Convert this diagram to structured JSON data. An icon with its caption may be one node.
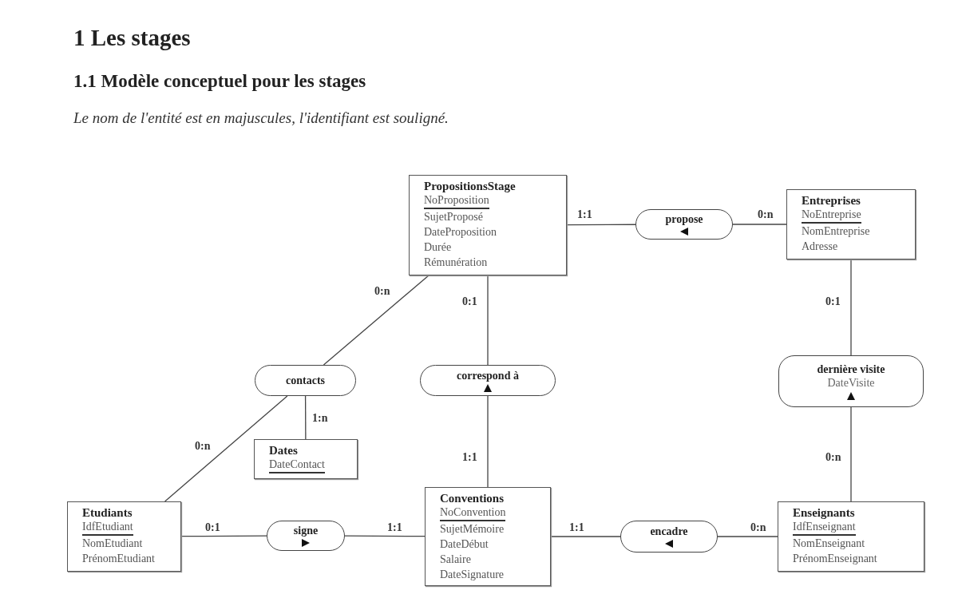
{
  "diagram": {
    "title": "1 Les stages",
    "nodes": [
      {
        "text": [
          "PropositionsStage",
          "NoProposition",
          "SujetProposé",
          "DateProposition",
          "Durée",
          "Rémunération"
        ]
      },
      {
        "text": [
          "propose"
        ]
      },
      {
        "text": [
          "Entreprises",
          "NoEntreprise",
          "NomEntreprise",
          "Adresse"
        ]
      },
      {
        "text": [
          "contacts"
        ]
      },
      {
        "text": [
          "correspond à"
        ]
      },
      {
        "text": [
          "dernière visite",
          "DateVisite"
        ]
      },
      {
        "text": [
          "Dates",
          "DateContact"
        ]
      },
      {
        "text": [
          "Etudiants",
          "IdfEtudiant",
          "NomEtudiant",
          "PrénomEtudiant"
        ]
      },
      {
        "text": [
          "signe"
        ]
      },
      {
        "text": [
          "Conventions",
          "NoConvention",
          "SujetMémoire",
          "DateDébut",
          "Salaire",
          "DateSignature"
        ]
      },
      {
        "text": [
          "encadre"
        ]
      },
      {
        "text": [
          "Enseignants",
          "IdfEnseignant",
          "NomEnseignant",
          "PrénomEnseignant"
        ]
      }
    ],
    "edges": [
      {
        "from": 0,
        "to": 1,
        "arrow": "none",
        "label": "1:1"
      },
      {
        "from": 1,
        "to": 2,
        "arrow": "none",
        "label": "0:n"
      },
      {
        "from": 0,
        "to": 3,
        "arrow": "none",
        "label": "0:n"
      },
      {
        "from": 3,
        "to": 7,
        "arrow": "none",
        "label": "0:n"
      },
      {
        "from": 3,
        "to": 6,
        "arrow": "none",
        "label": "1:n"
      },
      {
        "from": 0,
        "to": 4,
        "arrow": "none",
        "label": "0:1"
      },
      {
        "from": 4,
        "to": 9,
        "arrow": "none",
        "label": "1:1"
      },
      {
        "from": 2,
        "to": 5,
        "arrow": "none",
        "label": "0:1"
      },
      {
        "from": 5,
        "to": 11,
        "arrow": "none",
        "label": "0:n"
      },
      {
        "from": 7,
        "to": 8,
        "arrow": "none",
        "label": "0:1"
      },
      {
        "from": 8,
        "to": 9,
        "arrow": "none",
        "label": "1:1"
      },
      {
        "from": 9,
        "to": 10,
        "arrow": "none",
        "label": "1:1"
      },
      {
        "from": 10,
        "to": 11,
        "arrow": "none",
        "label": "0:n"
      }
    ],
    "labels": [
      "1.1 Modèle conceptuel pour les stages",
      "Le nom de l'entité est en majuscules, l'identifiant est souligné."
    ]
  }
}
